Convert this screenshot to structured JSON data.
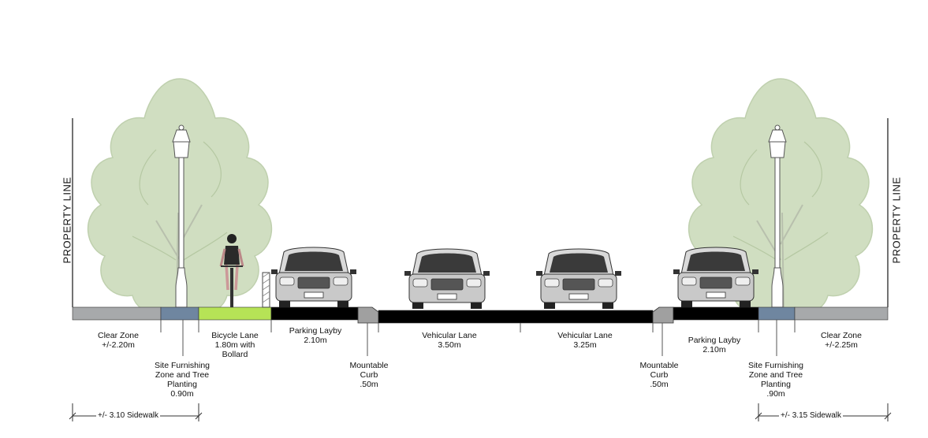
{
  "property_line_label": "PROPERTY LINE",
  "zones": [
    {
      "id": "clear-zone-left",
      "label": "Clear Zone\n+/-2.20m"
    },
    {
      "id": "site-furnishing-left",
      "label": "Site Furnishing\nZone and Tree\nPlanting\n0.90m"
    },
    {
      "id": "bicycle-lane",
      "label": "Bicycle Lane\n1.80m with\nBollard"
    },
    {
      "id": "parking-layby-left",
      "label": "Parking Layby\n2.10m"
    },
    {
      "id": "mountable-curb-left",
      "label": "Mountable\nCurb\n.50m"
    },
    {
      "id": "vehicular-lane-1",
      "label": "Vehicular Lane\n3.50m"
    },
    {
      "id": "vehicular-lane-2",
      "label": "Vehicular Lane\n3.25m"
    },
    {
      "id": "mountable-curb-right",
      "label": "Mountable\nCurb\n.50m"
    },
    {
      "id": "parking-layby-right",
      "label": "Parking Layby\n2.10m"
    },
    {
      "id": "site-furnishing-right",
      "label": "Site Furnishing\nZone and Tree\nPlanting\n.90m"
    },
    {
      "id": "clear-zone-right",
      "label": "Clear Zone\n+/-2.25m"
    }
  ],
  "sidewalk_left": "+/- 3.10 Sidewalk",
  "sidewalk_right": "+/- 3.15 Sidewalk",
  "colors": {
    "sidewalk": "#a7a9ab",
    "furnishing": "#6f86a0",
    "bicycle": "#b6e356",
    "road": "#000000",
    "tree": "#c9d8b8",
    "pole": "#555555"
  }
}
